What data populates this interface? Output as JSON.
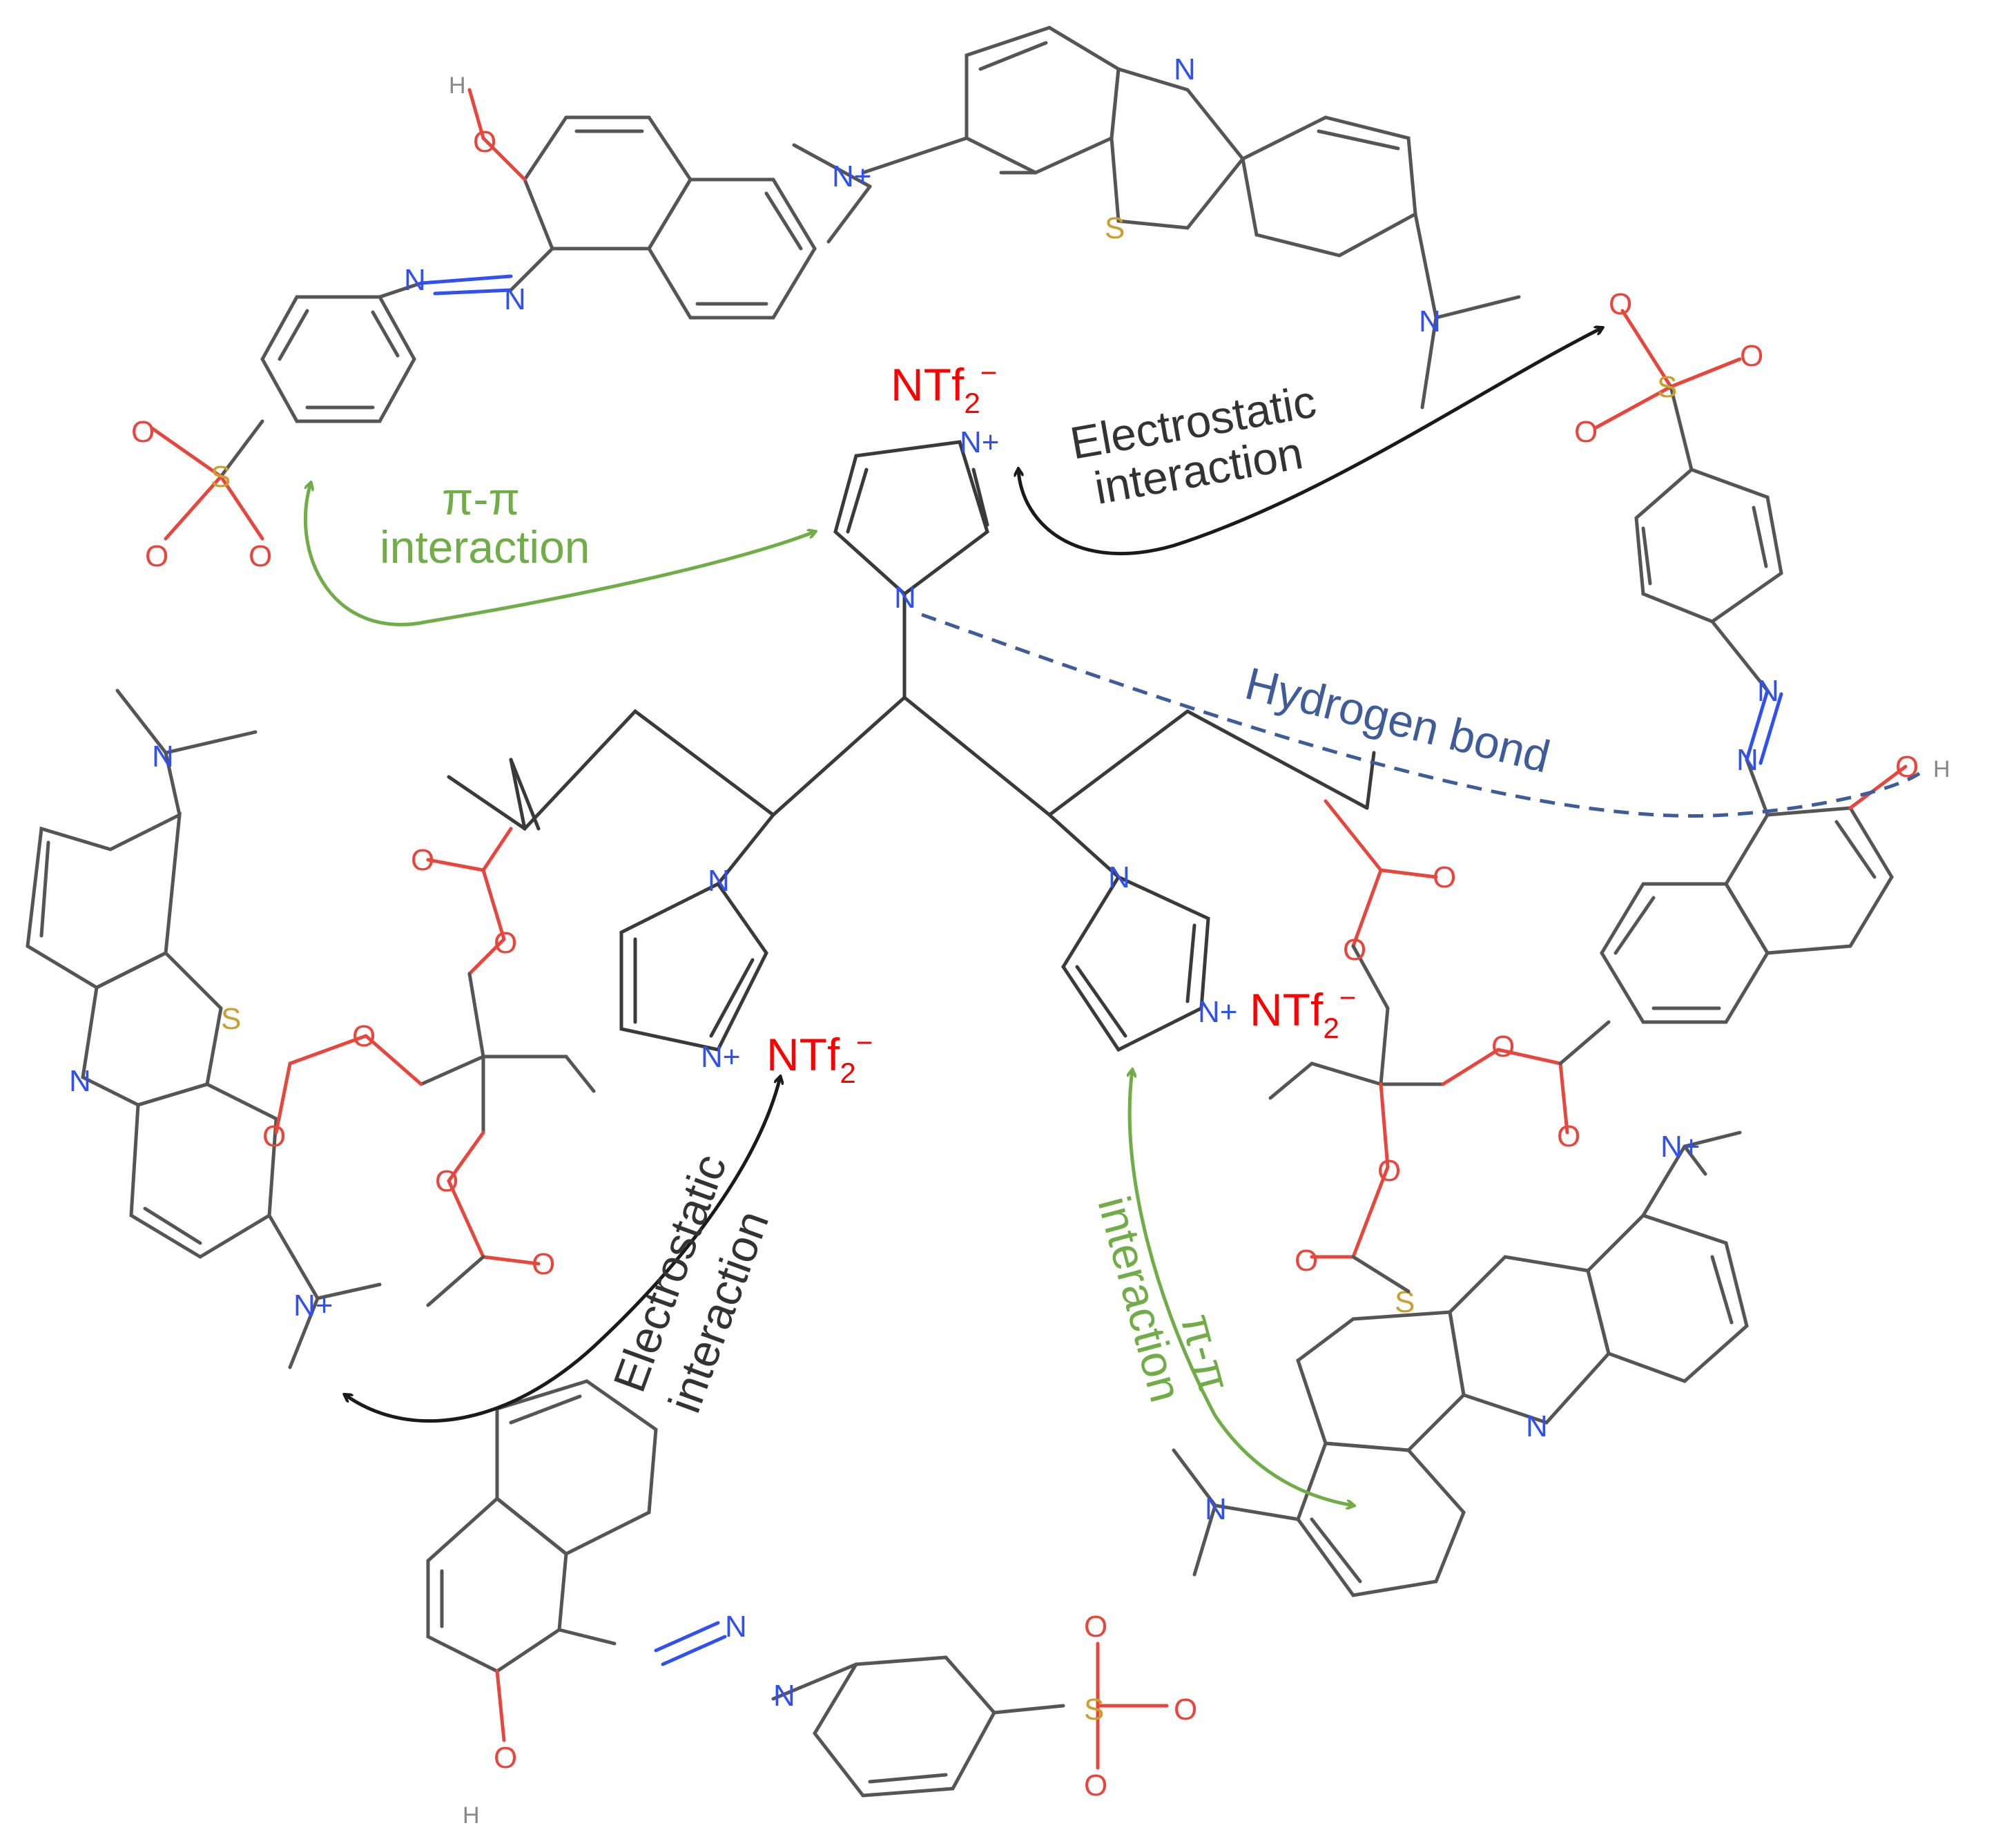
{
  "counter_ion": {
    "base": "NTf",
    "sub": "2",
    "sup": "−"
  },
  "atoms": {
    "n_plus": "N+",
    "n": "N",
    "o": "O",
    "s": "S",
    "h": "H"
  },
  "labels": {
    "pi_pi_1": "π-π",
    "interaction_1": "interaction",
    "electrostatic_1": "Electrostatic",
    "interaction_2": "interaction",
    "hydrogen_bond": "Hydrogen bond",
    "electrostatic_2": "Electrostatic",
    "interaction_3": "interaction",
    "pi_pi_2": "π-π",
    "interaction_4": "interaction"
  },
  "colors": {
    "pi_pi": "#70ad47",
    "electrostatic": "#1a1a1a",
    "hydrogen_bond": "#3e5c9a",
    "counter_ion": "#ff0000",
    "nitrogen": "#3050f0",
    "oxygen": "#e8453c",
    "sulfur": "#c8a030"
  }
}
